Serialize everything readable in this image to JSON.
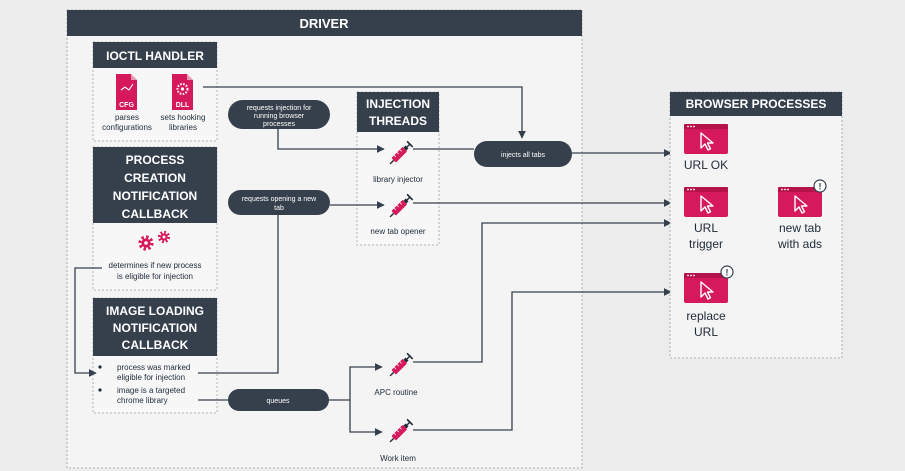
{
  "colors": {
    "header": "#36404d",
    "accent": "#d6195a",
    "line": "#36404d",
    "panel": "#f4f4f4",
    "page": "#ededed"
  },
  "driver": {
    "title": "DRIVER"
  },
  "ioctl": {
    "title": "IOCTL HANDLER",
    "cfg": {
      "badge": "CFG",
      "caption_1": "parses",
      "caption_2": "configurations"
    },
    "dll": {
      "badge": "DLL",
      "caption_1": "sets hooking",
      "caption_2": "libraries"
    }
  },
  "process_callback": {
    "title_1": "PROCESS",
    "title_2": "CREATION",
    "title_3": "NOTIFICATION",
    "title_4": "CALLBACK",
    "caption_1": "determines if new process",
    "caption_2": "is eligible for injection"
  },
  "image_callback": {
    "title_1": "IMAGE LOADING",
    "title_2": "NOTIFICATION",
    "title_3": "CALLBACK",
    "bullet_1_1": "process was marked",
    "bullet_1_2": "eligible for injection",
    "bullet_2_1": "image is a targeted",
    "bullet_2_2": "chrome library"
  },
  "injection_threads": {
    "title_1": "INJECTION",
    "title_2": "THREADS",
    "library_injector": "library injector",
    "new_tab_opener": "new tab opener"
  },
  "pills": {
    "requests_injection_1": "requests injection for",
    "requests_injection_2": "running browser",
    "requests_injection_3": "processes",
    "requests_tab_1": "requests opening a new",
    "requests_tab_2": "tab",
    "injects_all_tabs": "injects all tabs",
    "queues": "queues"
  },
  "routines": {
    "apc_routine": "APC routine",
    "work_item": "Work item"
  },
  "browser": {
    "title": "BROWSER PROCESSES",
    "url_ok": "URL OK",
    "url_trigger_1": "URL",
    "url_trigger_2": "trigger",
    "new_tab_1": "new tab",
    "new_tab_2": "with ads",
    "replace_1": "replace",
    "replace_2": "URL",
    "alert_mark": "!"
  }
}
